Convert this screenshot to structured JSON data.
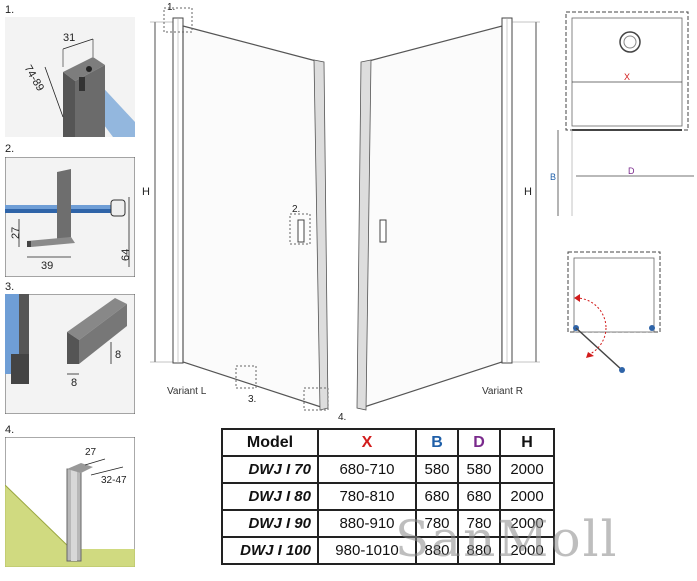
{
  "details": [
    {
      "label": "1.",
      "dims": [
        "31",
        "74-89"
      ]
    },
    {
      "label": "2.",
      "dims": [
        "27",
        "39",
        "64"
      ]
    },
    {
      "label": "3.",
      "dims": [
        "8",
        "8"
      ]
    },
    {
      "label": "4.",
      "dims": [
        "27",
        "32-47"
      ]
    }
  ],
  "door_labels": {
    "height": "H",
    "callout_1": "1.",
    "callout_2": "2.",
    "callout_3": "3.",
    "callout_4": "4.",
    "variant_left": "Variant L",
    "variant_right": "Variant R"
  },
  "plan_labels": {
    "x": "X",
    "b": "B",
    "d": "D"
  },
  "table": {
    "headers": [
      {
        "text": "Model",
        "color": "#111111"
      },
      {
        "text": "X",
        "color": "#d21c1c"
      },
      {
        "text": "B",
        "color": "#1f5fa8"
      },
      {
        "text": "D",
        "color": "#7a2a8c"
      },
      {
        "text": "H",
        "color": "#111111"
      }
    ],
    "rows": [
      [
        "DWJ I 70",
        "680-710",
        "580",
        "580",
        "2000"
      ],
      [
        "DWJ I 80",
        "780-810",
        "680",
        "680",
        "2000"
      ],
      [
        "DWJ I 90",
        "880-910",
        "780",
        "780",
        "2000"
      ],
      [
        "DWJ I 100",
        "980-1010",
        "880",
        "880",
        "2000"
      ]
    ]
  },
  "watermark": "SanMoll"
}
